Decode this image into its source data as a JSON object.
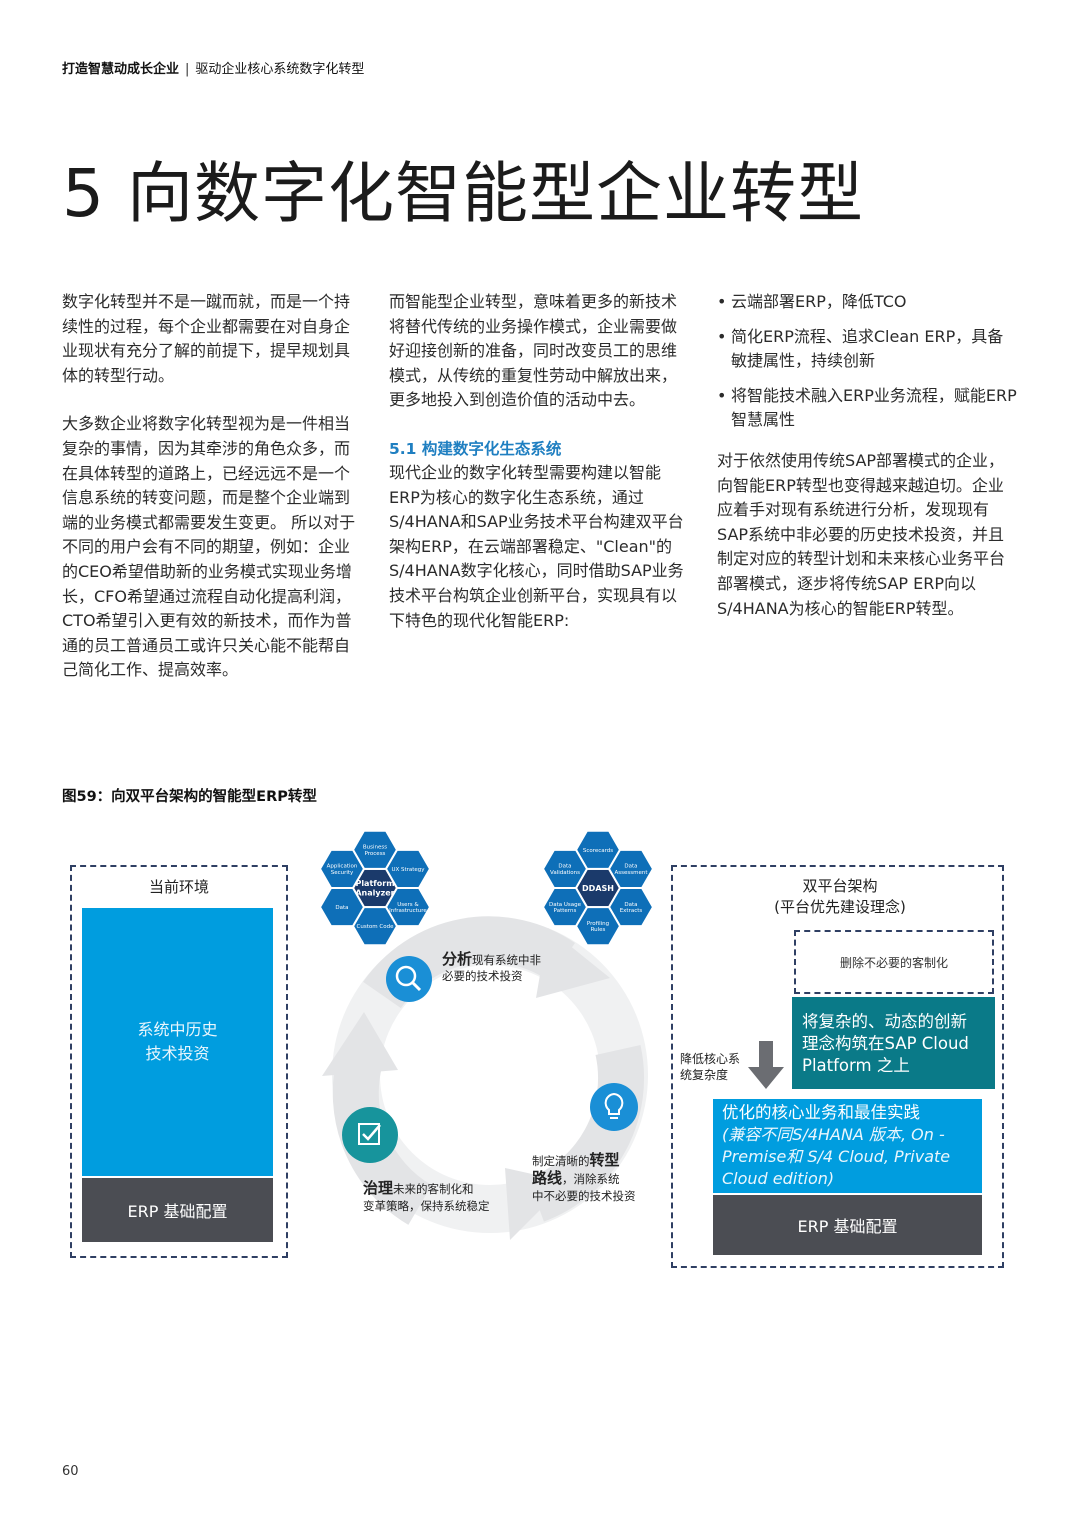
{
  "header": {
    "bold": "打造智慧动成长企业",
    "sep": "|",
    "rest": "驱动企业核心系统数字化转型"
  },
  "title": "5 向数字化智能型企业转型",
  "col1": {
    "p1": "数字化转型并不是一蹴而就，而是一个持续性的过程，每个企业都需要在对自身企业现状有充分了解的前提下，提早规划具体的转型行动。",
    "p2": "大多数企业将数字化转型视为是一件相当复杂的事情，因为其牵涉的角色众多，而在具体转型的道路上，已经远远不是一个信息系统的转变问题，而是整个企业端到端的业务模式都需要发生变更。 所以对于不同的用户会有不同的期望，例如：企业的CEO希望借助新的业务模式实现业务增长，CFO希望通过流程自动化提高利润，CTO希望引入更有效的新技术，而作为普通的员工普通员工或许只关心能不能帮自己简化工作、提高效率。"
  },
  "col2": {
    "p1": "而智能型企业转型，意味着更多的新技术将替代传统的业务操作模式，企业需要做好迎接创新的准备，同时改变员工的思维模式，从传统的重复性劳动中解放出来，更多地投入到创造价值的活动中去。",
    "subhead": "5.1 构建数字化生态系统",
    "p2": "现代企业的数字化转型需要构建以智能ERP为核心的数字化生态系统，通过S/4HANA和SAP业务技术平台构建双平台架构ERP，在云端部署稳定、\"Clean\"的S/4HANA数字化核心，同时借助SAP业务技术平台构筑企业创新平台，实现具有以下特色的现代化智能ERP:"
  },
  "col3": {
    "bullets": [
      "云端部署ERP，降低TCO",
      "简化ERP流程、追求Clean ERP，具备敏捷属性，持续创新",
      "将智能技术融入ERP业务流程，赋能ERP智慧属性"
    ],
    "p1": "对于依然使用传统SAP部署模式的企业，向智能ERP转型也变得越来越迫切。企业应着手对现有系统进行分析，发现现有SAP系统中非必要的历史技术投资，并且制定对应的转型计划和未来核心业务平台部署模式，逐步将传统SAP ERP向以S/4HANA为核心的智能ERP转型。"
  },
  "figure": {
    "title": "图59：向双平台架构的智能型ERP转型",
    "current": {
      "label": "当前环境",
      "legacy": "系统中历史\n技术投资",
      "erp": "ERP 基础配置"
    },
    "dual": {
      "label": "双平台架构\n(平台优先建设理念)",
      "remove": "删除不必要的客制化",
      "teal": "将复杂的、动态的创新\n理念构筑在SAP Cloud\nPlatform 之上",
      "arrow_label": "降低核心系\n统复杂度",
      "blue_title": "优化的核心业务和最佳实践",
      "blue_italic": "(兼容不同S/4HANA 版本, On -\nPremise和 S/4 Cloud, Private\nCloud edition)",
      "erp": "ERP 基础配置"
    },
    "hex_left": {
      "center": "Platform\nAnalyzer",
      "items": [
        "Business\nProcess",
        "UX Strategy",
        "Users &\nInfrastructure",
        "Custom Code",
        "Data",
        "Application\nSecurity"
      ]
    },
    "hex_right": {
      "center": "DDASH",
      "items": [
        "Scorecards",
        "Data\nAssessment",
        "Data\nExtracts",
        "Profiling\nRules",
        "Data Usage\nPatterns",
        "Data\nValidations"
      ]
    },
    "cycle": {
      "analyze_bold": "分析",
      "analyze_rest": "现有系统中非\n必要的技术投资",
      "route_pre": "制定清晰的",
      "route_bold1": "转型",
      "route_bold2": "路线",
      "route_rest": "，消除系统\n中不必要的技术投资",
      "govern_bold": "治理",
      "govern_rest": "未来的客制化和\n变革策略，保持系统稳定"
    }
  },
  "page_number": "60",
  "colors": {
    "blue": "#009ddf",
    "teal": "#0a7a88",
    "gray": "#4b4d53",
    "navy_hex": "#1b3a6b",
    "accent_blue_text": "#1f7fc1"
  }
}
